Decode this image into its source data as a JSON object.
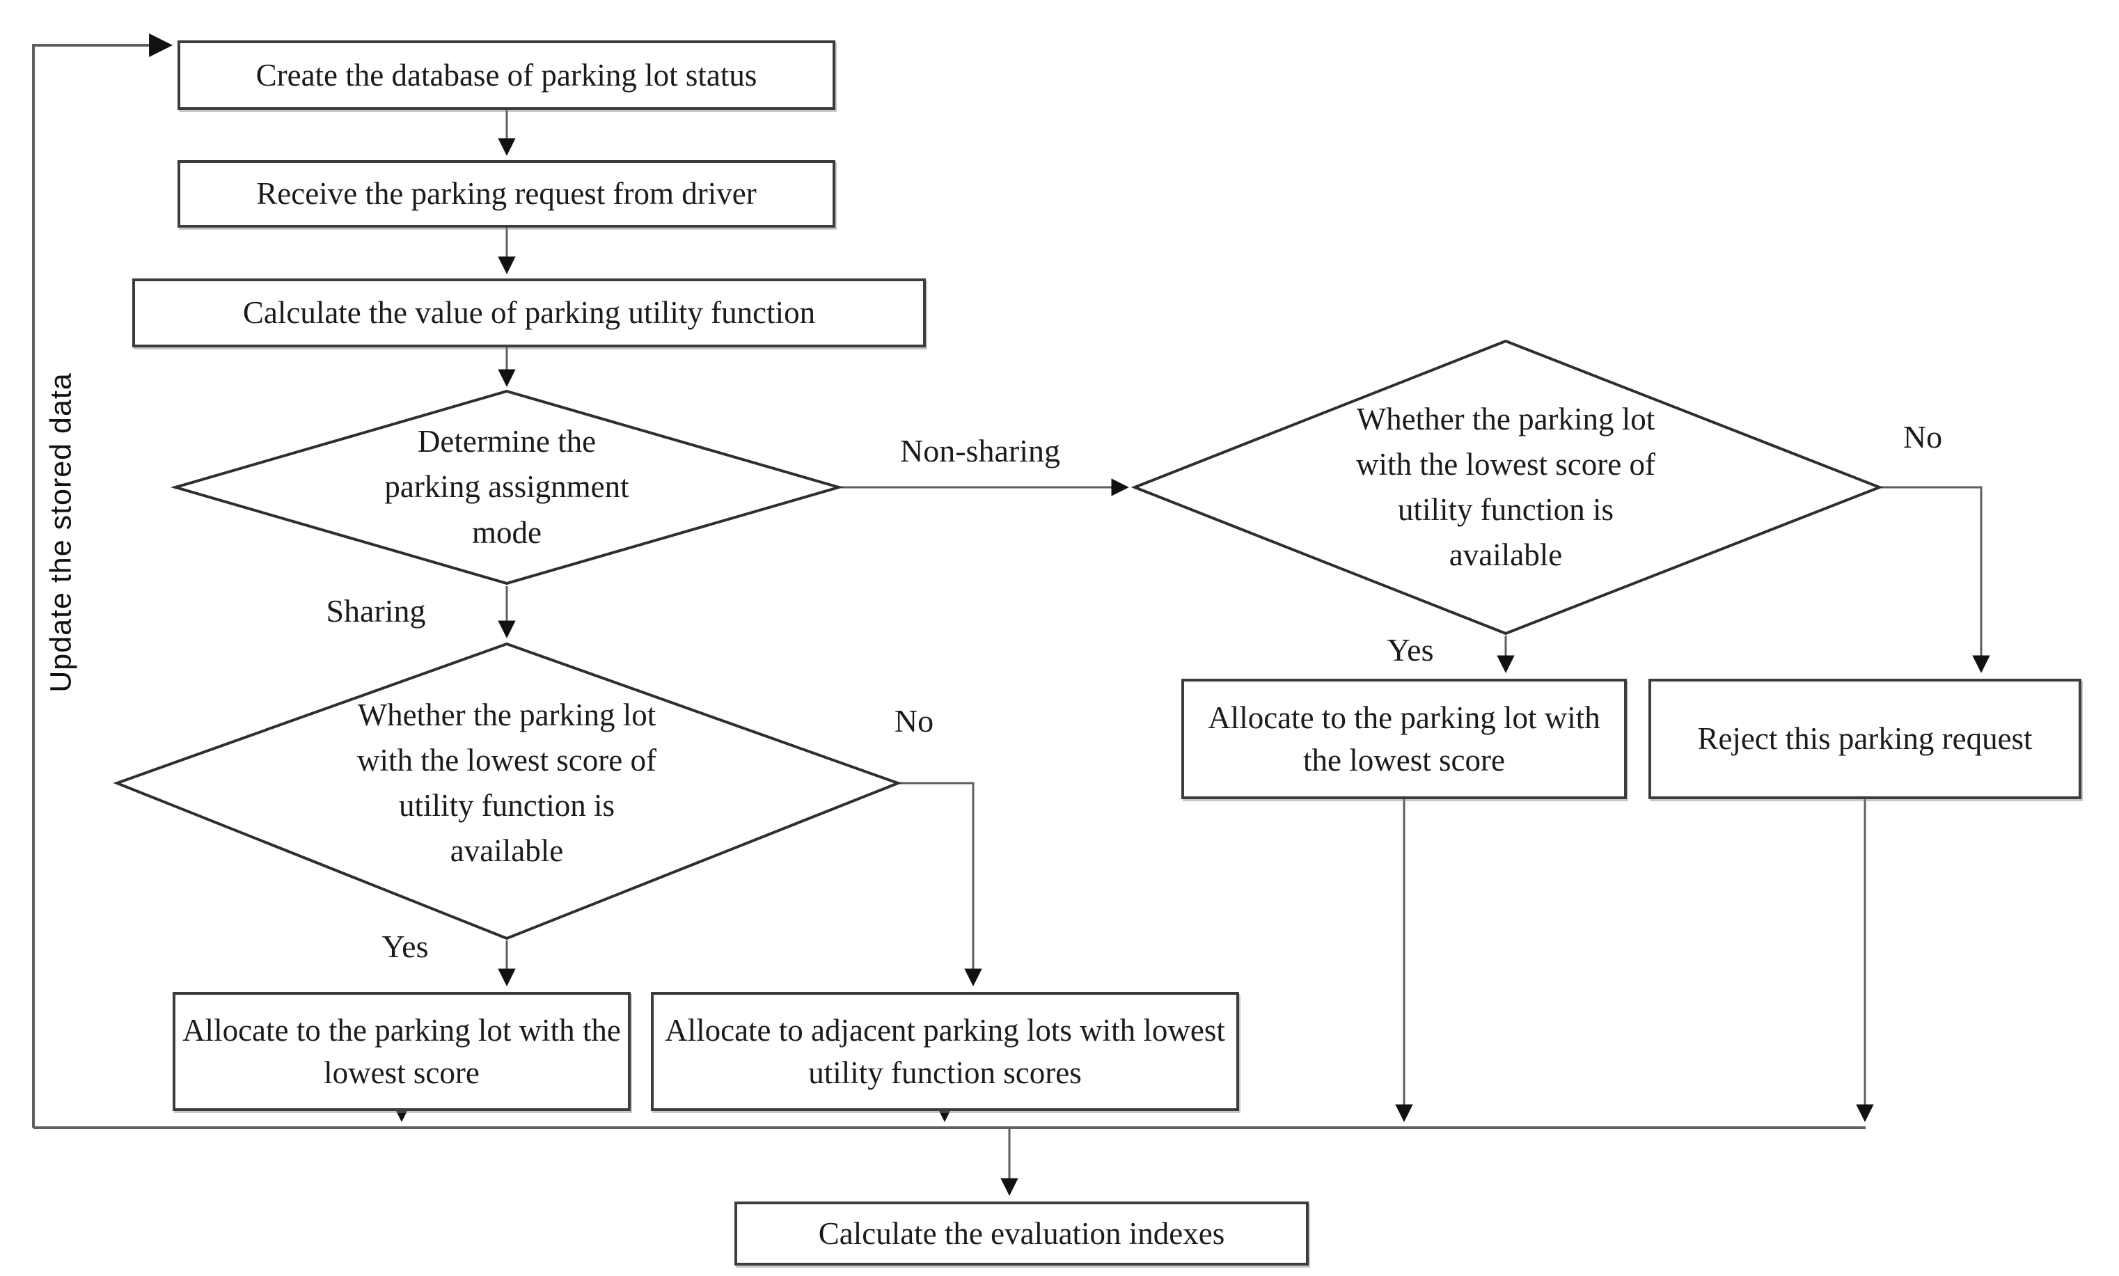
{
  "nodes": {
    "create": {
      "label": "Create the database of parking lot status"
    },
    "receive": {
      "label": "Receive the parking request from driver"
    },
    "calc_utility": {
      "label": "Calculate the value of parking utility function"
    },
    "decide_mode": {
      "lines": [
        "Determine the",
        "parking assignment",
        "mode"
      ]
    },
    "check_non_sharing": {
      "lines": [
        "Whether the parking lot",
        "with the lowest score of",
        "utility function is",
        "available"
      ]
    },
    "check_sharing": {
      "lines": [
        "Whether the parking lot",
        "with the lowest score of",
        "utility function is",
        "available"
      ]
    },
    "allocate_lowest_sharing": {
      "label": "Allocate to the parking lot with the lowest score"
    },
    "allocate_adjacent": {
      "label": "Allocate to adjacent parking lots with lowest utility function scores"
    },
    "allocate_lowest_non_sharing": {
      "label": "Allocate to the parking lot with the lowest score"
    },
    "reject": {
      "label": "Reject this parking request"
    },
    "evaluate": {
      "label": "Calculate the evaluation indexes"
    }
  },
  "edge_labels": {
    "non_sharing": "Non-sharing",
    "sharing": "Sharing",
    "no_right": "No",
    "yes_right": "Yes",
    "no_left": "No",
    "yes_left": "Yes",
    "feedback": "Update the stored data"
  },
  "colors": {
    "background": "#ffffff",
    "node_border": "#3c3c3c",
    "connector": "#5f5f5f",
    "shape_outline": "#2e2e2e",
    "arrowhead": "#111111",
    "text": "#1b1b1b"
  }
}
